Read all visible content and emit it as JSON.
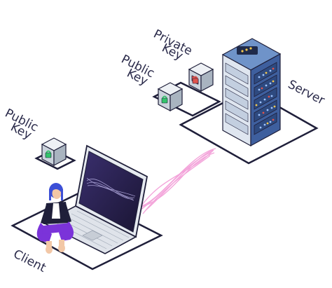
{
  "labels": {
    "server": "Server",
    "private_key_line1": "Private",
    "private_key_line2": "Key",
    "public_key_server_line1": "Public",
    "public_key_server_line2": "Key",
    "public_key_client_line1": "Public",
    "public_key_client_line2": "Key",
    "client": "Client"
  },
  "icons": {
    "server": "server-rack-icon",
    "private_key": "red-padlock-cube-icon",
    "public_key": "green-padlock-cube-icon",
    "laptop": "laptop-icon",
    "person": "person-icon",
    "link": "encrypted-connection-icon"
  },
  "colors": {
    "outline": "#1f1f3a",
    "server_blue": "#3e5f9e",
    "server_light": "#6f93c9",
    "cube_top": "#eef1f5",
    "cube_left": "#cbd3dc",
    "cube_right": "#a9b4c0",
    "lock_red": "#e0534c",
    "lock_green": "#33c46b",
    "link_pink": "#f29bd6",
    "person_purple": "#7b33d9",
    "laptop_screen": "#2b2450"
  }
}
